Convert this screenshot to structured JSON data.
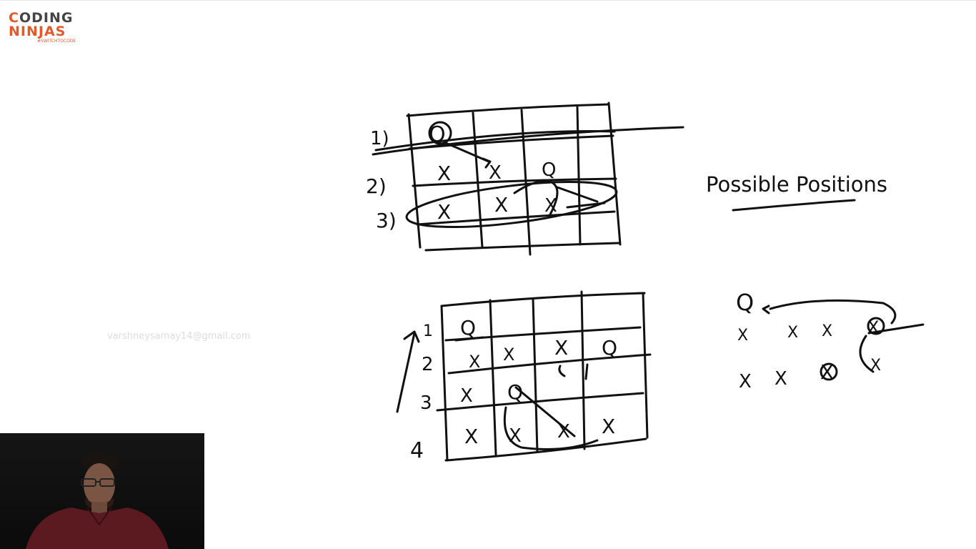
{
  "logo": {
    "line1_first": "C",
    "line1_rest": "ODING",
    "line2": "NINJAS",
    "tagline": "#SWITCHTOCODE"
  },
  "watermark": "varshneysamay14@gmail.com",
  "whiteboard": {
    "heading": "Possible Positions",
    "board1": {
      "row_labels": [
        "1)",
        "2)",
        "3)"
      ],
      "marks": [
        "Q",
        "X",
        "X",
        "Q",
        "X",
        "X",
        "X"
      ]
    },
    "board2": {
      "row_labels": [
        "1",
        "2",
        "3",
        "4"
      ],
      "marks": [
        "Q",
        "X",
        "X",
        "X",
        "Q",
        "X",
        "Q",
        "X",
        "X",
        "X",
        "X"
      ]
    },
    "side_notes": {
      "q_mark": "Q",
      "crosses": [
        "X",
        "X",
        "X",
        "X",
        "X",
        "X",
        "X",
        "X"
      ]
    }
  },
  "webcam": {
    "icon": "presenter-video-feed"
  }
}
